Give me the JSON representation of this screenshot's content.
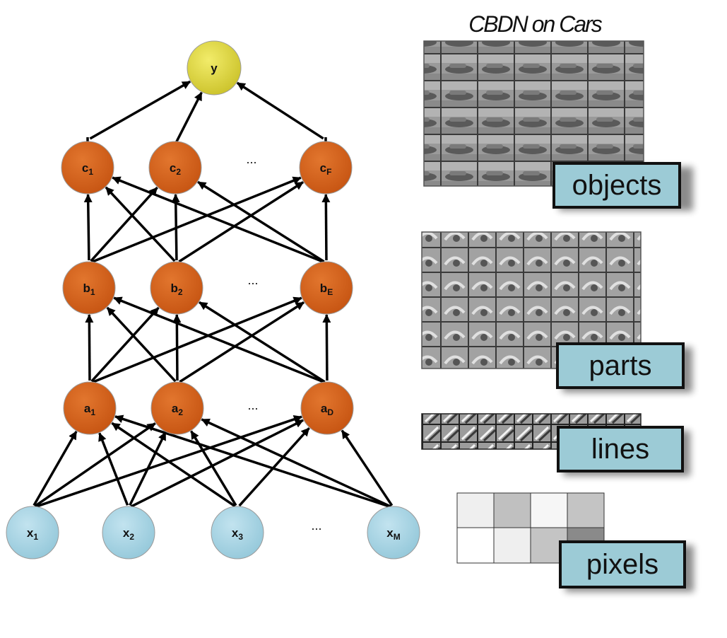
{
  "title": "CBDN on Cars",
  "colors": {
    "output_node": "#dcd43a",
    "hidden_node": "#d2601a",
    "input_node": "#a8d4e4",
    "label_box": "#9ccbd6",
    "edge": "#000000"
  },
  "network": {
    "output": {
      "base": "y",
      "sub": ""
    },
    "layers": [
      {
        "id": "c",
        "nodes": [
          {
            "base": "c",
            "sub": "1"
          },
          {
            "base": "c",
            "sub": "2"
          },
          {
            "base": "c",
            "sub": "F"
          }
        ],
        "ellipsis": "..."
      },
      {
        "id": "b",
        "nodes": [
          {
            "base": "b",
            "sub": "1"
          },
          {
            "base": "b",
            "sub": "2"
          },
          {
            "base": "b",
            "sub": "E"
          }
        ],
        "ellipsis": "..."
      },
      {
        "id": "a",
        "nodes": [
          {
            "base": "a",
            "sub": "1"
          },
          {
            "base": "a",
            "sub": "2"
          },
          {
            "base": "a",
            "sub": "D"
          }
        ],
        "ellipsis": "..."
      },
      {
        "id": "x",
        "nodes": [
          {
            "base": "x",
            "sub": "1"
          },
          {
            "base": "x",
            "sub": "2"
          },
          {
            "base": "x",
            "sub": "3"
          },
          {
            "base": "x",
            "sub": "M"
          }
        ],
        "ellipsis": "..."
      }
    ]
  },
  "features": [
    {
      "id": "objects",
      "label": "objects"
    },
    {
      "id": "parts",
      "label": "parts"
    },
    {
      "id": "lines",
      "label": "lines"
    },
    {
      "id": "pixels",
      "label": "pixels"
    }
  ]
}
